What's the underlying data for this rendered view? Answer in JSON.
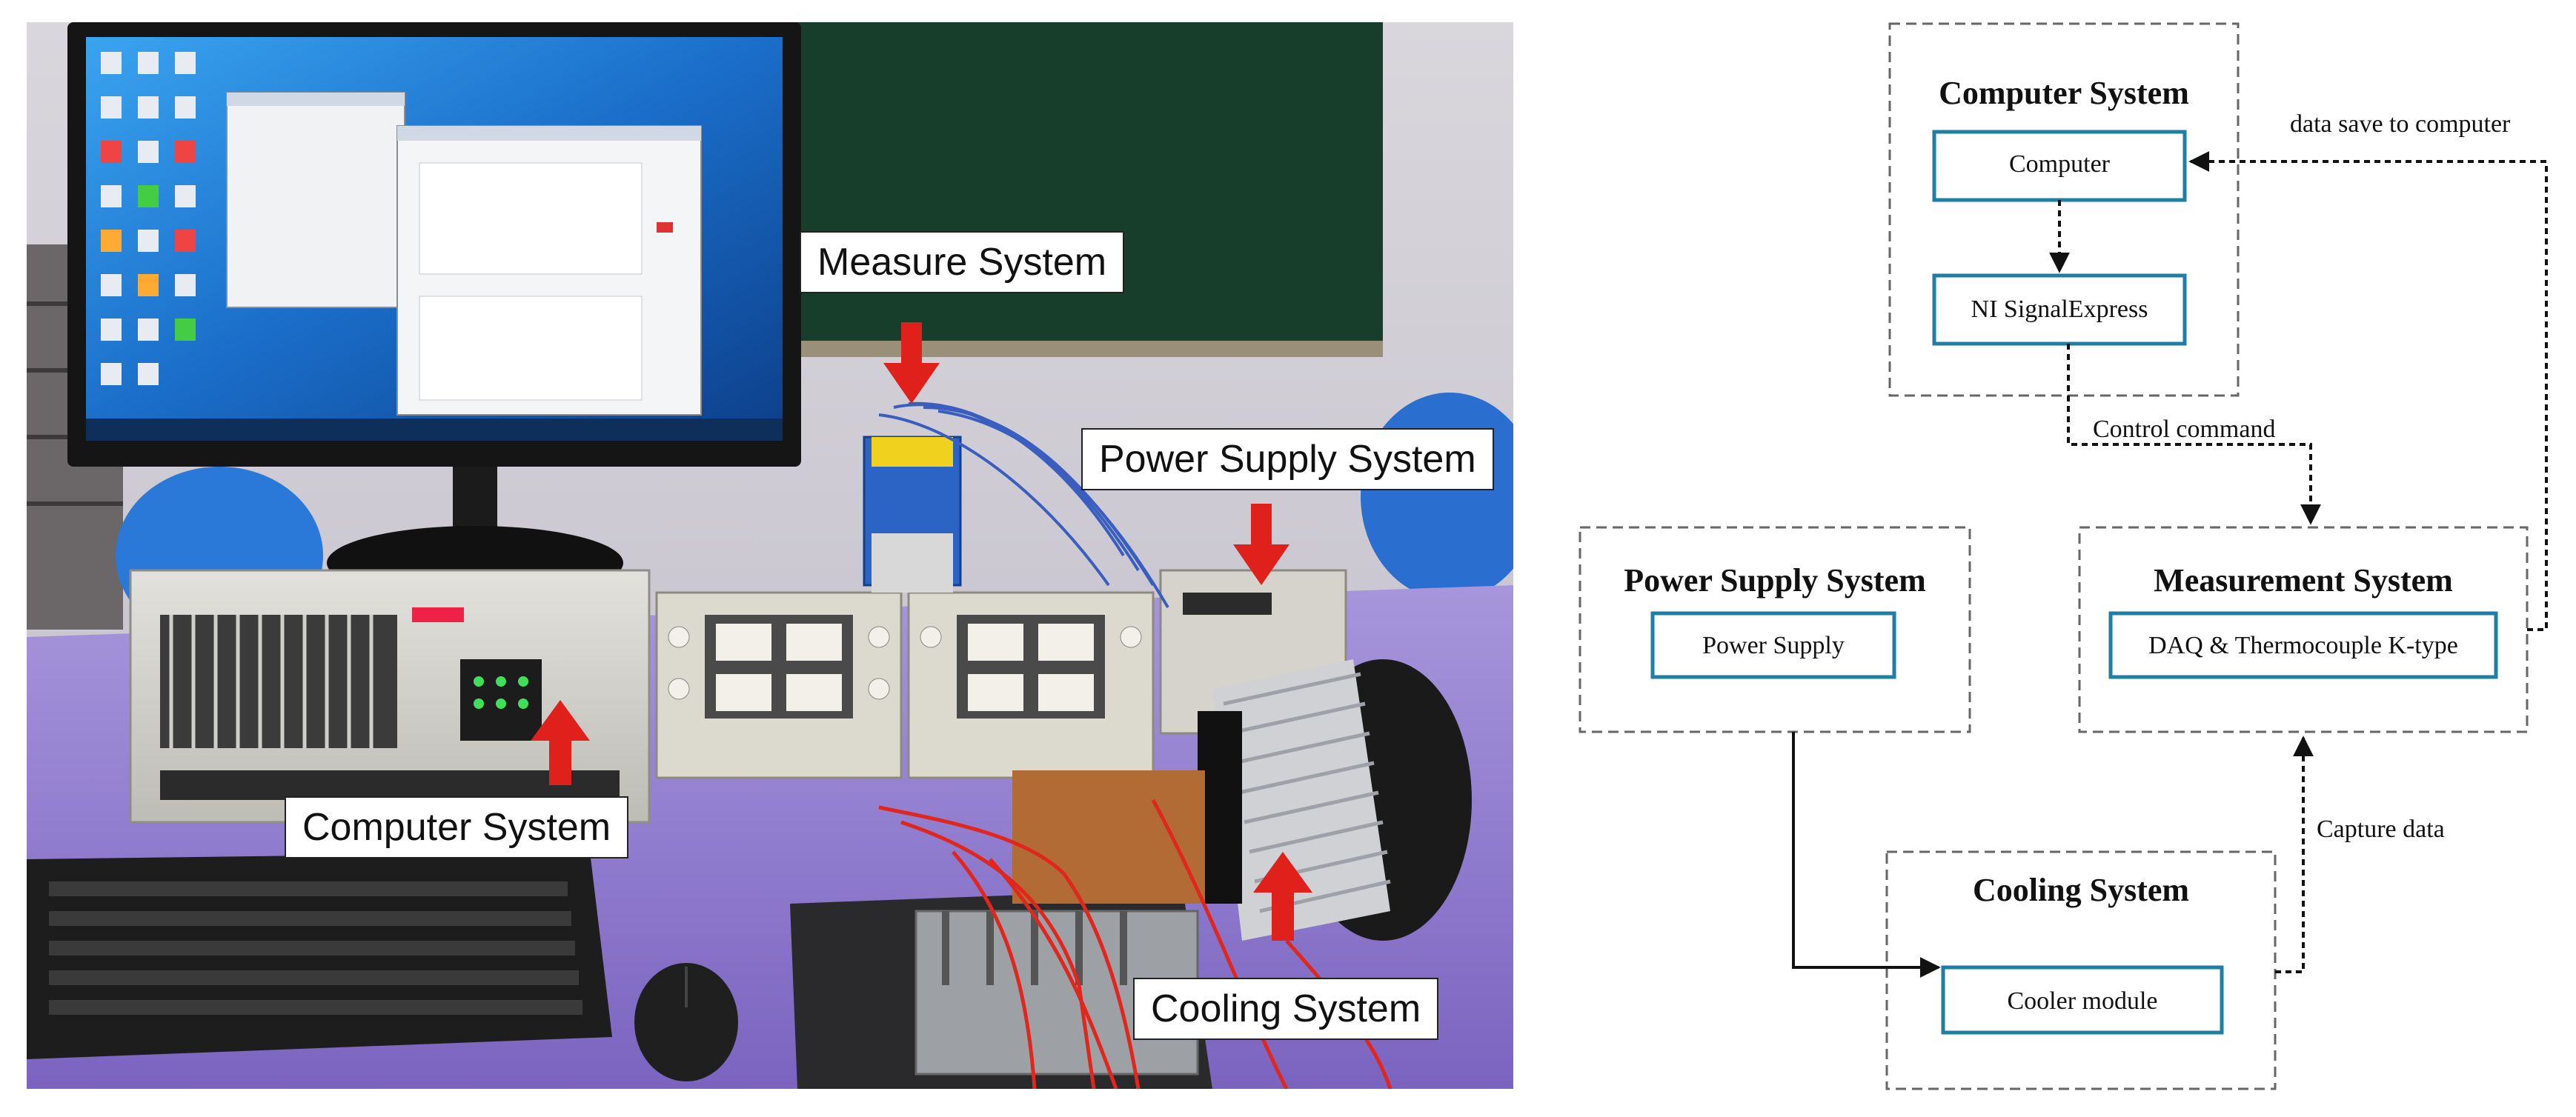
{
  "photo": {
    "labels": {
      "measure": "Measure System",
      "power": "Power Supply System",
      "computer": "Computer System",
      "cooling": "Cooling System"
    }
  },
  "diagram": {
    "groups": {
      "computer": {
        "title": "Computer System",
        "boxes": [
          "Computer",
          "NI SignalExpress"
        ]
      },
      "power": {
        "title": "Power Supply System",
        "boxes": [
          "Power Supply"
        ]
      },
      "measurement": {
        "title": "Measurement System",
        "boxes": [
          "DAQ & Thermocouple K-type"
        ]
      },
      "cooling": {
        "title": "Cooling System",
        "boxes": [
          "Cooler module"
        ]
      }
    },
    "edges": {
      "data_save": "data save to computer",
      "control": "Control command",
      "capture": "Capture data"
    }
  },
  "colors": {
    "box_border": "#1f7ea5",
    "arrow_red": "#e0201b",
    "desk_purple": "#8e7ad0",
    "chalkboard": "#173e2b",
    "screen_blue": "#1f6fc9"
  }
}
